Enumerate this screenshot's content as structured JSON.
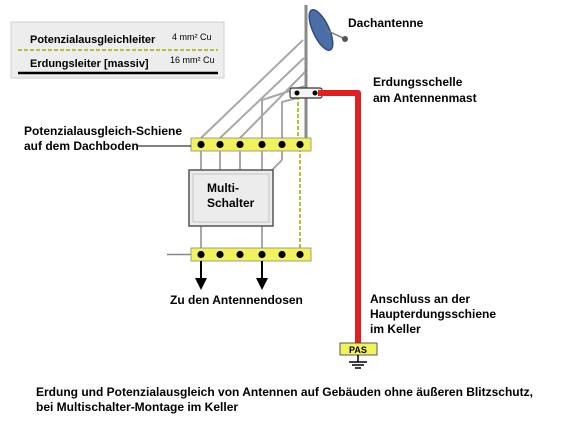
{
  "legend": {
    "pa_label": "Potenzialausgleichleiter",
    "pa_size": "4 mm² Cu",
    "earth_label": "Erdungsleiter [massiv]",
    "earth_size": "16 mm² Cu"
  },
  "labels": {
    "antenna": "Dachantenne",
    "clamp_line1": "Erdungsschelle",
    "clamp_line2": "am Antennenmast",
    "rail_line1": "Potenzialausgleich-Schiene",
    "rail_line2": "auf dem Dachboden",
    "switch_line1": "Multi-",
    "switch_line2": "Schalter",
    "outputs": "Zu den Antennendosen",
    "conn_line1": "Anschluss an der",
    "conn_line2": "Haupterdungsschiene",
    "conn_line3": "im Keller",
    "pas": "PAS"
  },
  "caption": {
    "line1": "Erdung und Potenzialausgleich von Antennen auf Gebäuden ohne äußeren Blitzschutz,",
    "line2": "bei Multischalter-Montage im Keller"
  },
  "colors": {
    "pa_wire": "#b8bf3a",
    "earth_wire": "#e11f1f",
    "rail": "#f2f25c",
    "cable": "#a8a8a8"
  }
}
